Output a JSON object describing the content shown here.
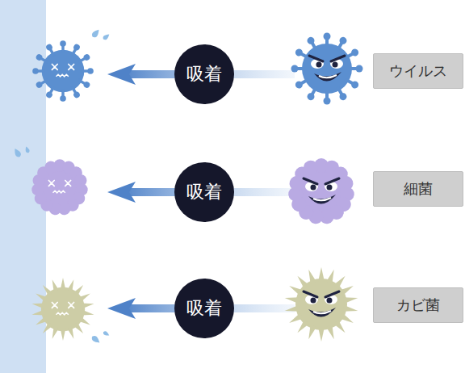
{
  "diagram": {
    "nodes": [
      {
        "text": [
          "吸着"
        ]
      },
      {
        "text": [
          "ウイルス"
        ]
      },
      {
        "text": [
          "吸着"
        ]
      },
      {
        "text": [
          "細菌"
        ]
      },
      {
        "text": [
          "吸着"
        ]
      },
      {
        "text": [
          "カビ菌"
        ]
      }
    ]
  }
}
